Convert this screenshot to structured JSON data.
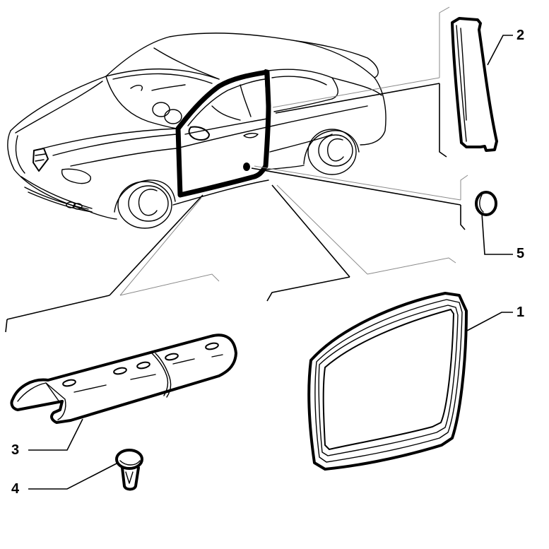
{
  "diagram": {
    "type": "exploded-parts-view",
    "subject": "car front door seals and fasteners",
    "colors": {
      "line": "#000000",
      "guide": "#8a8a8a",
      "background": "#ffffff"
    }
  },
  "callouts": [
    {
      "id": "1",
      "label": "1",
      "part": "door-frame-seal"
    },
    {
      "id": "2",
      "label": "2",
      "part": "b-pillar-seal"
    },
    {
      "id": "3",
      "label": "3",
      "part": "sill-trim-channel"
    },
    {
      "id": "4",
      "label": "4",
      "part": "push-clip-fastener"
    },
    {
      "id": "5",
      "label": "5",
      "part": "round-grommet-plug"
    }
  ]
}
